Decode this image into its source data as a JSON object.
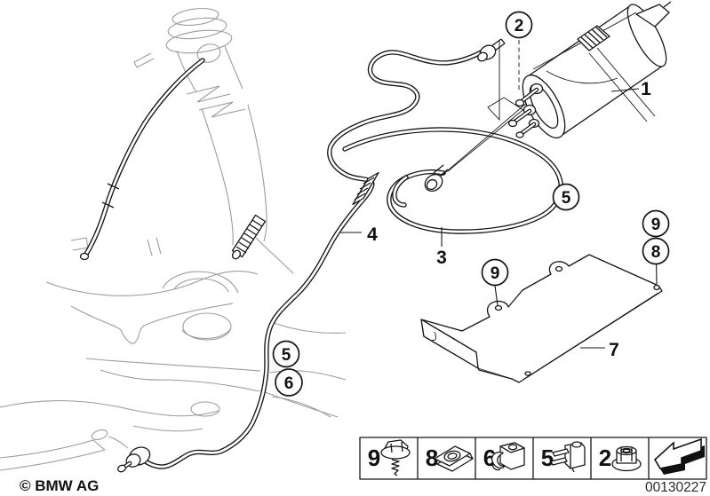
{
  "diagram": {
    "copyright": "© BMW AG",
    "document_number": "00130227",
    "callouts_circled": [
      {
        "id": "callout-2-top",
        "number": "2"
      },
      {
        "id": "callout-5-mid",
        "number": "5"
      },
      {
        "id": "callout-9-right",
        "number": "9"
      },
      {
        "id": "callout-8-right",
        "number": "8"
      },
      {
        "id": "callout-9-left",
        "number": "9"
      },
      {
        "id": "callout-5-lower",
        "number": "5"
      },
      {
        "id": "callout-6-lower",
        "number": "6"
      }
    ],
    "labels_plain": [
      {
        "id": "label-1",
        "number": "1"
      },
      {
        "id": "label-3",
        "number": "3"
      },
      {
        "id": "label-4",
        "number": "4"
      },
      {
        "id": "label-7",
        "number": "7"
      }
    ],
    "legend": {
      "items": [
        {
          "number": "9",
          "icon": "hex-screw"
        },
        {
          "number": "8",
          "icon": "speed-nut"
        },
        {
          "number": "6",
          "icon": "hose-clamp"
        },
        {
          "number": "5",
          "icon": "pipe-clip"
        },
        {
          "number": "2",
          "icon": "flange-nut"
        }
      ],
      "arrow_icon": "direction-arrow"
    },
    "colors": {
      "line": "#161616",
      "structure": "#9c9c9c",
      "background": "#ffffff"
    }
  }
}
